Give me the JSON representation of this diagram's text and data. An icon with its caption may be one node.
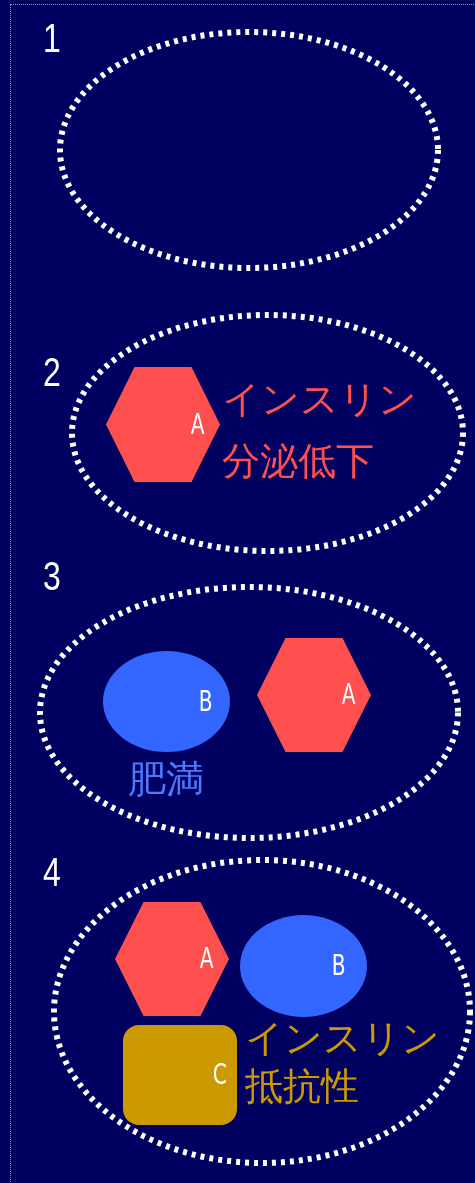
{
  "diagram": {
    "nodes": [
      {
        "text": [],
        "shape": "ellipse",
        "beside": [
          "1"
        ]
      },
      {
        "text": [],
        "shape": "ellipse",
        "beside": [
          "2"
        ]
      },
      {
        "text": [
          "A"
        ],
        "in": 1,
        "beside": [
          "インスリン分泌低下"
        ]
      },
      {
        "text": [],
        "shape": "ellipse",
        "beside": [
          "3"
        ]
      },
      {
        "text": [
          "B"
        ],
        "in": 3,
        "beside": [
          "肥満"
        ]
      },
      {
        "text": [
          "A"
        ],
        "in": 3
      },
      {
        "text": [],
        "shape": "ellipse",
        "beside": [
          "4"
        ]
      },
      {
        "text": [
          "A"
        ],
        "in": 6
      },
      {
        "text": [
          "B"
        ],
        "in": 6
      },
      {
        "text": [
          "C"
        ],
        "in": 6,
        "beside": [
          "インスリン抵抗性"
        ]
      }
    ],
    "edges": []
  }
}
